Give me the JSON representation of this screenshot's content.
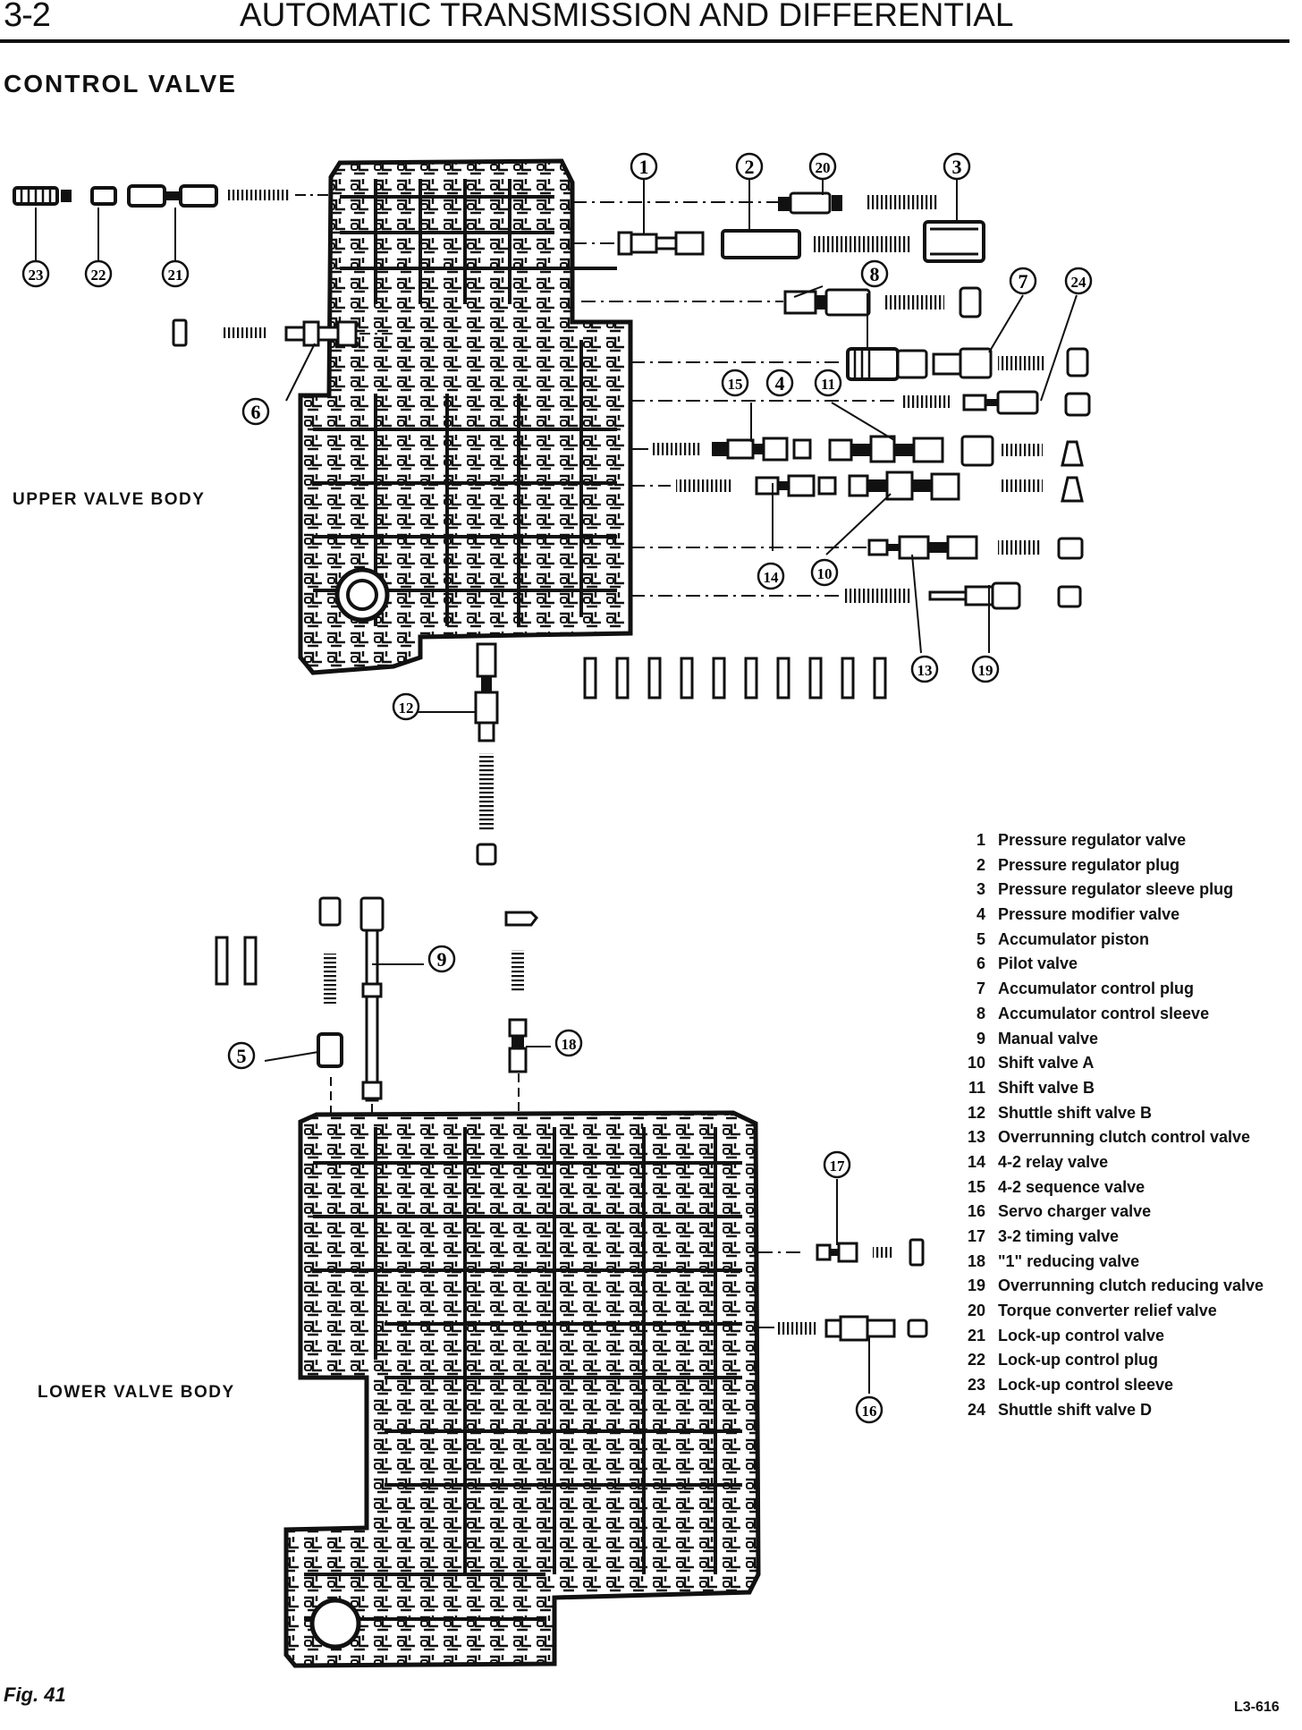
{
  "header": {
    "page_number": "3-2",
    "title": "AUTOMATIC TRANSMISSION AND DIFFERENTIAL"
  },
  "section_title": "CONTROL VALVE",
  "labels": {
    "upper_body": "UPPER VALVE BODY",
    "lower_body": "LOWER VALVE BODY"
  },
  "legend": [
    {
      "n": "1",
      "name": "Pressure regulator valve"
    },
    {
      "n": "2",
      "name": "Pressure regulator plug"
    },
    {
      "n": "3",
      "name": "Pressure regulator sleeve plug"
    },
    {
      "n": "4",
      "name": "Pressure modifier valve"
    },
    {
      "n": "5",
      "name": "Accumulator piston"
    },
    {
      "n": "6",
      "name": "Pilot valve"
    },
    {
      "n": "7",
      "name": "Accumulator control plug"
    },
    {
      "n": "8",
      "name": "Accumulator control sleeve"
    },
    {
      "n": "9",
      "name": "Manual valve"
    },
    {
      "n": "10",
      "name": "Shift valve A"
    },
    {
      "n": "11",
      "name": "Shift valve B"
    },
    {
      "n": "12",
      "name": "Shuttle shift valve B"
    },
    {
      "n": "13",
      "name": "Overrunning clutch control valve"
    },
    {
      "n": "14",
      "name": "4-2 relay valve"
    },
    {
      "n": "15",
      "name": "4-2 sequence valve"
    },
    {
      "n": "16",
      "name": "Servo charger valve"
    },
    {
      "n": "17",
      "name": "3-2 timing valve"
    },
    {
      "n": "18",
      "name": "\"1\" reducing valve"
    },
    {
      "n": "19",
      "name": "Overrunning clutch reducing valve"
    },
    {
      "n": "20",
      "name": "Torque converter relief valve"
    },
    {
      "n": "21",
      "name": "Lock-up control valve"
    },
    {
      "n": "22",
      "name": "Lock-up control plug"
    },
    {
      "n": "23",
      "name": "Lock-up control sleeve"
    },
    {
      "n": "24",
      "name": "Shuttle shift valve D"
    }
  ],
  "callouts": [
    "1",
    "2",
    "3",
    "4",
    "5",
    "6",
    "7",
    "8",
    "9",
    "10",
    "11",
    "12",
    "13",
    "14",
    "15",
    "16",
    "17",
    "18",
    "19",
    "20",
    "21",
    "22",
    "23",
    "24"
  ],
  "figure_label": "Fig. 41",
  "figure_code": "L3-616"
}
